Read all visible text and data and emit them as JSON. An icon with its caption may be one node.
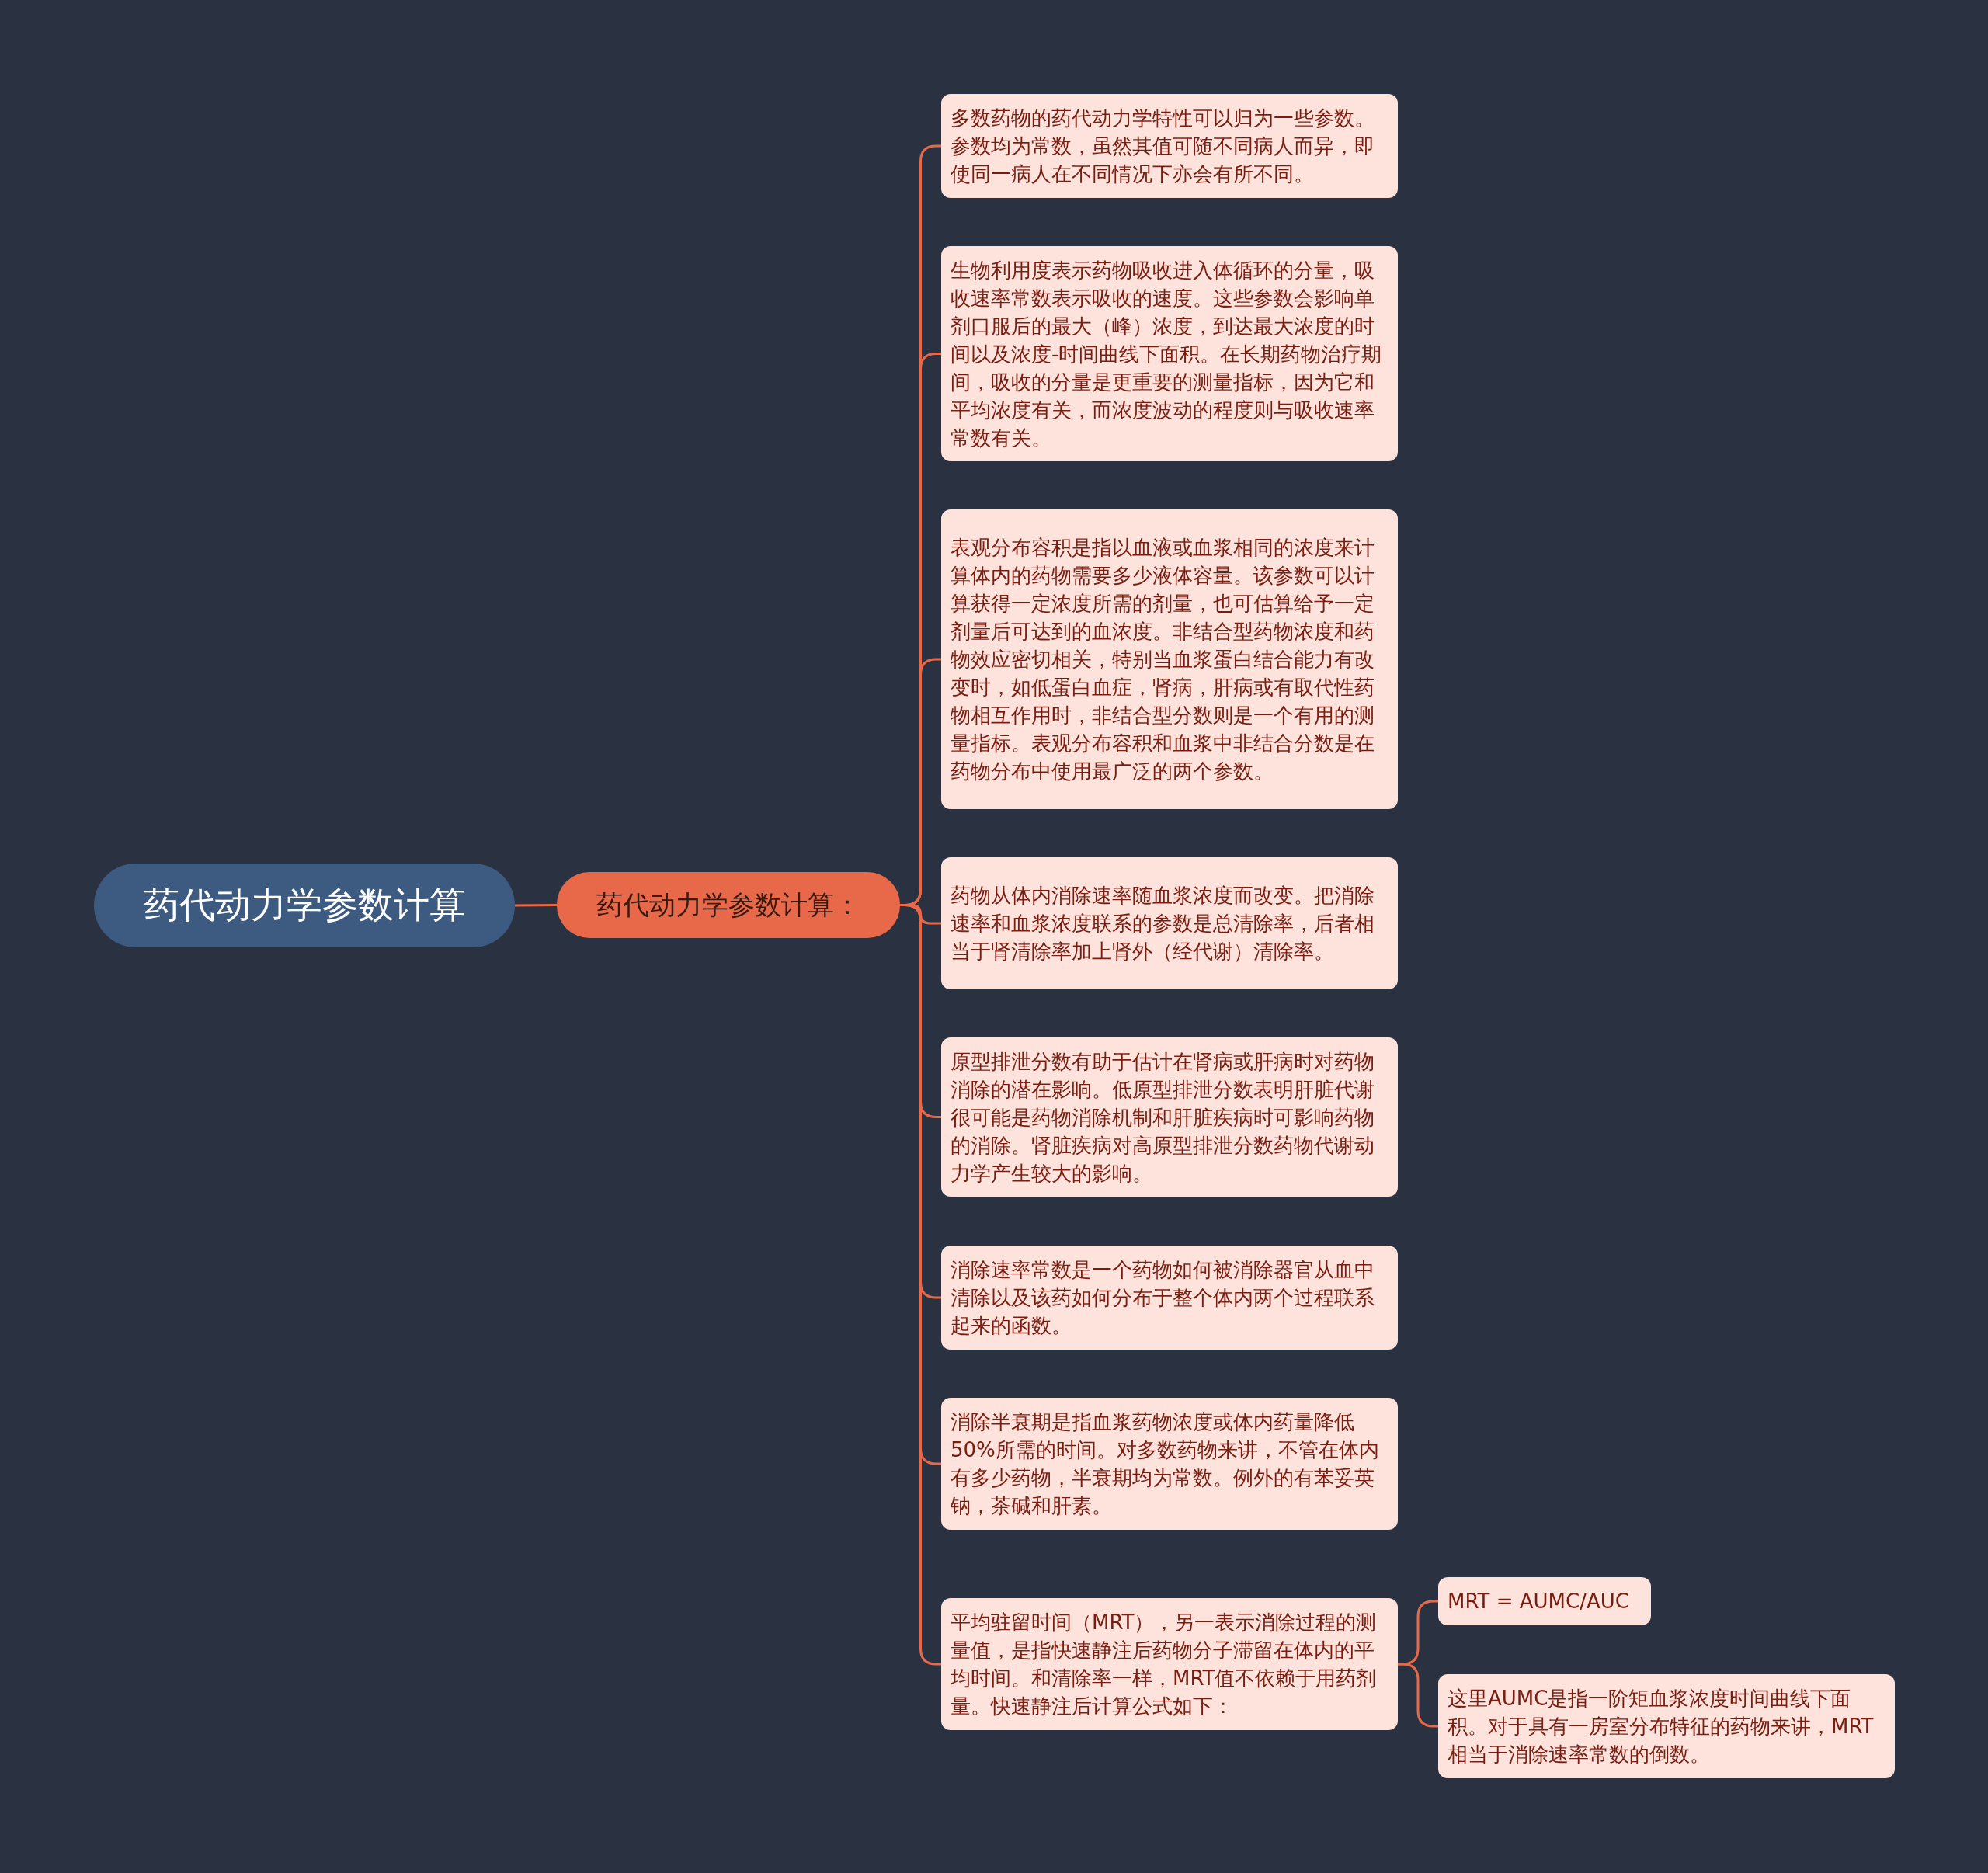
{
  "diagram": {
    "nodes": [
      {
        "text": [
          "药代动力学参数计算"
        ]
      },
      {
        "text": [
          "药代动力学参数计算："
        ]
      },
      {
        "text": [
          "多数药物的药代动力学特性可以归为一些参数。参数均为常数，虽然其值可随不同病人而异，即使同一病人在不同情况下亦会有所不同。"
        ]
      },
      {
        "text": [
          "生物利用度表示药物吸收进入体循环的分量，吸收速率常数表示吸收的速度。这些参数会影响单剂口服后的最大（峰）浓度，到达最大浓度的时间以及浓度-时间曲线下面积。在长期药物治疗期间，吸收的分量是更重要的测量指标，因为它和平均浓度有关，而浓度波动的程度则与吸收速率常数有关。"
        ]
      },
      {
        "text": [
          "表观分布容积是指以血液或血浆相同的浓度来计算体内的药物需要多少液体容量。该参数可以计算获得一定浓度所需的剂量，也可估算给予一定剂量后可达到的血浓度。非结合型药物浓度和药物效应密切相关，特别当血浆蛋白结合能力有改变时，如低蛋白血症，肾病，肝病或有取代性药物相互作用时，非结合型分数则是一个有用的测量指标。表观分布容积和血浆中非结合分数是在药物分布中使用最广泛的两个参数。"
        ]
      },
      {
        "text": [
          "药物从体内消除速率随血浆浓度而改变。把消除速率和血浆浓度联系的参数是总清除率，后者相当于肾清除率加上肾外（经代谢）清除率。"
        ]
      },
      {
        "text": [
          "原型排泄分数有助于估计在肾病或肝病时对药物消除的潜在影响。低原型排泄分数表明肝脏代谢很可能是药物消除机制和肝脏疾病时可影响药物的消除。肾脏疾病对高原型排泄分数药物代谢动力学产生较大的影响。"
        ]
      },
      {
        "text": [
          "消除速率常数是一个药物如何被消除器官从血中清除以及该药如何分布于整个体内两个过程联系起来的函数。"
        ]
      },
      {
        "text": [
          "消除半衰期是指血浆药物浓度或体内药量降低50%所需的时间。对多数药物来讲，不管在体内有多少药物，半衰期均为常数。例外的有苯妥英钠，茶碱和肝素。"
        ]
      },
      {
        "text": [
          "平均驻留时间（MRT），另一表示消除过程的测量值，是指快速静注后药物分子滞留在体内的平均时间。和清除率一样，MRT值不依赖于用药剂量。快速静注后计算公式如下："
        ]
      },
      {
        "text": [
          "MRT = AUMC/AUC"
        ]
      },
      {
        "text": [
          "这里AUMC是指一阶矩血浆浓度时间曲线下面积。对于具有一房室分布特征的药物来讲，MRT相当于消除速率常数的倒数。"
        ]
      }
    ],
    "edges": [
      {
        "from": 0,
        "to": 1,
        "arrow": "none"
      },
      {
        "from": 1,
        "to": 2,
        "arrow": "none"
      },
      {
        "from": 1,
        "to": 3,
        "arrow": "none"
      },
      {
        "from": 1,
        "to": 4,
        "arrow": "none"
      },
      {
        "from": 1,
        "to": 5,
        "arrow": "none"
      },
      {
        "from": 1,
        "to": 6,
        "arrow": "none"
      },
      {
        "from": 1,
        "to": 7,
        "arrow": "none"
      },
      {
        "from": 1,
        "to": 8,
        "arrow": "none"
      },
      {
        "from": 1,
        "to": 9,
        "arrow": "none"
      },
      {
        "from": 9,
        "to": 10,
        "arrow": "none"
      },
      {
        "from": 9,
        "to": 11,
        "arrow": "none"
      }
    ]
  }
}
